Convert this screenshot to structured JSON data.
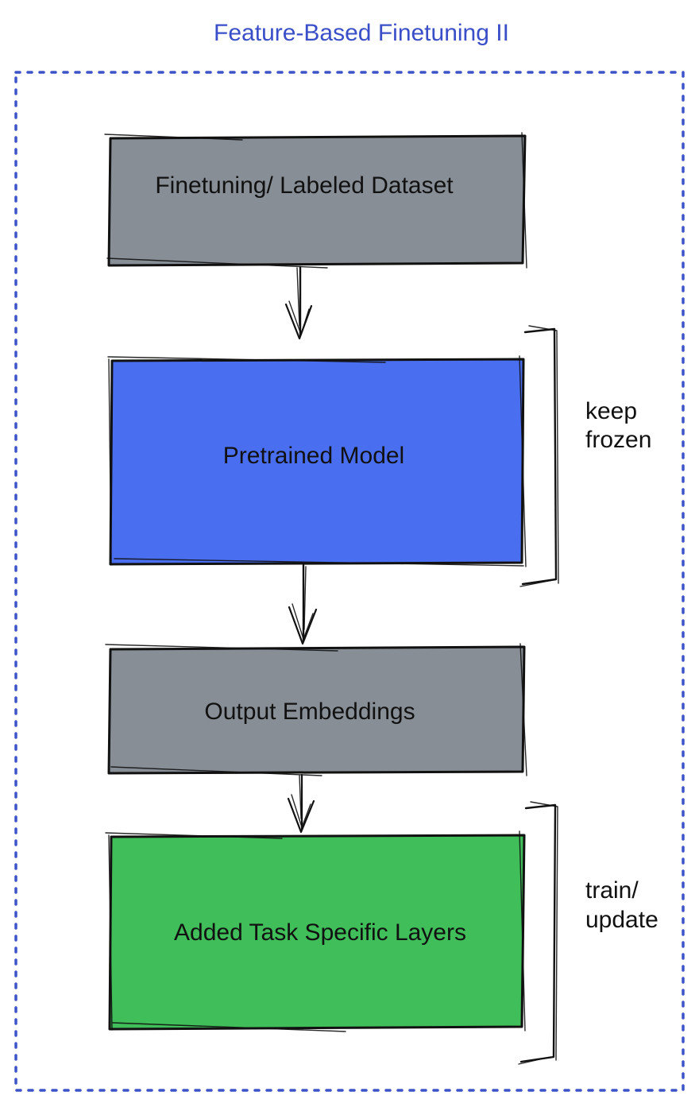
{
  "title": {
    "text": "Feature-Based Finetuning II",
    "color": "#3a4ec8"
  },
  "colors": {
    "border_blue": "#3d53c8",
    "box_gray": "#878e96",
    "box_blue": "#4a6ef0",
    "box_green": "#3fbe59",
    "ink": "#111111"
  },
  "boxes": [
    {
      "id": "finetuning-dataset",
      "label": "Finetuning/ Labeled Dataset",
      "fill": "#878e96"
    },
    {
      "id": "pretrained-model",
      "label": "Pretrained Model",
      "fill": "#4a6ef0"
    },
    {
      "id": "output-embeddings",
      "label": "Output Embeddings",
      "fill": "#878e96"
    },
    {
      "id": "task-specific-layers",
      "label": "Added Task Specific Layers",
      "fill": "#3fbe59"
    }
  ],
  "annotations": [
    {
      "target": "pretrained-model",
      "lines": [
        "keep",
        "frozen"
      ]
    },
    {
      "target": "task-specific-layers",
      "lines": [
        "train/",
        "update"
      ]
    }
  ],
  "connections": [
    {
      "from": "finetuning-dataset",
      "to": "pretrained-model"
    },
    {
      "from": "pretrained-model",
      "to": "output-embeddings"
    },
    {
      "from": "output-embeddings",
      "to": "task-specific-layers"
    }
  ]
}
